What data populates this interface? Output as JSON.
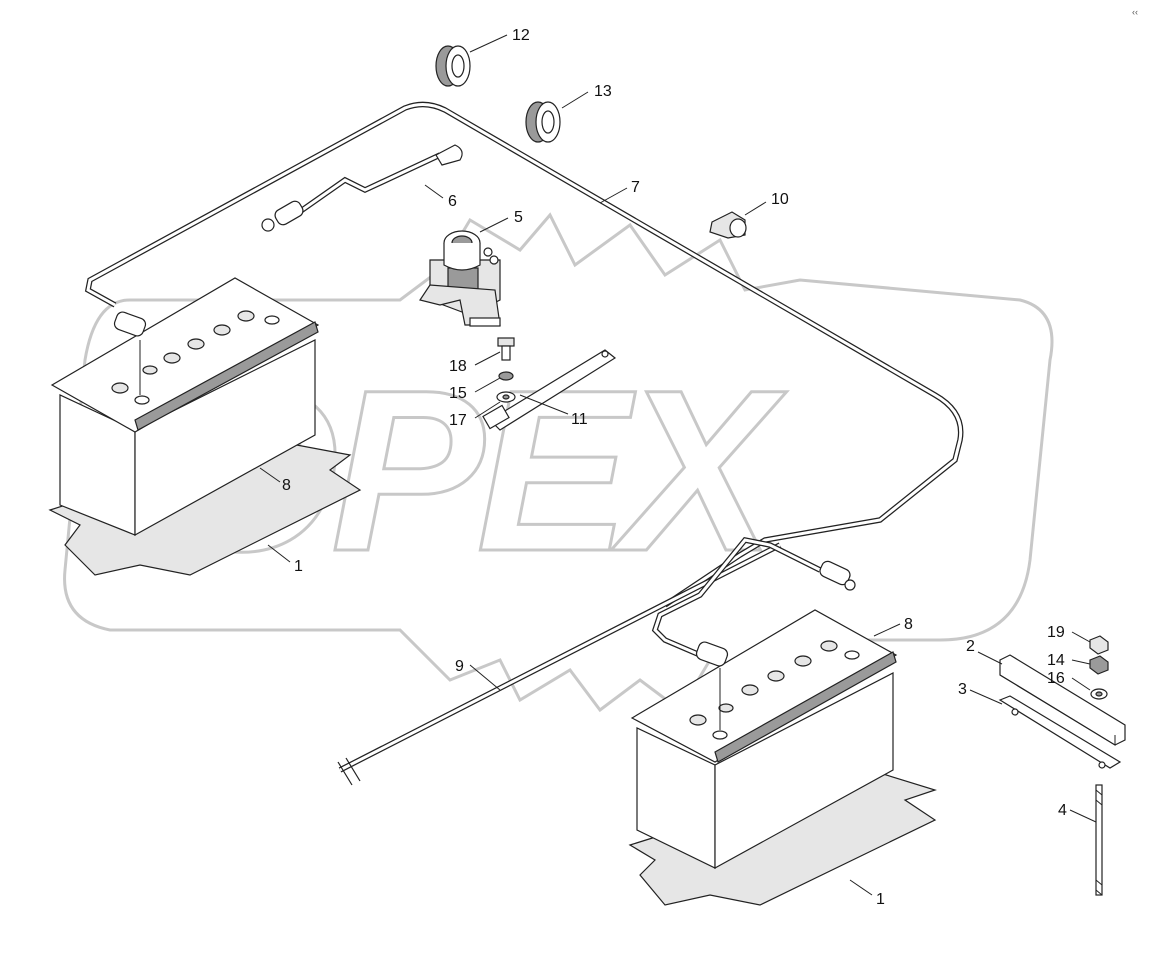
{
  "diagram": {
    "watermark": "OPEX",
    "corner_mark": "‹‹",
    "callouts": [
      "1",
      "1",
      "2",
      "3",
      "4",
      "5",
      "6",
      "7",
      "8",
      "8",
      "9",
      "10",
      "11",
      "12",
      "13",
      "14",
      "15",
      "16",
      "17",
      "18",
      "19"
    ]
  },
  "colors": {
    "line": "#222222",
    "watermark": "#c8c8c8",
    "background": "#ffffff"
  }
}
